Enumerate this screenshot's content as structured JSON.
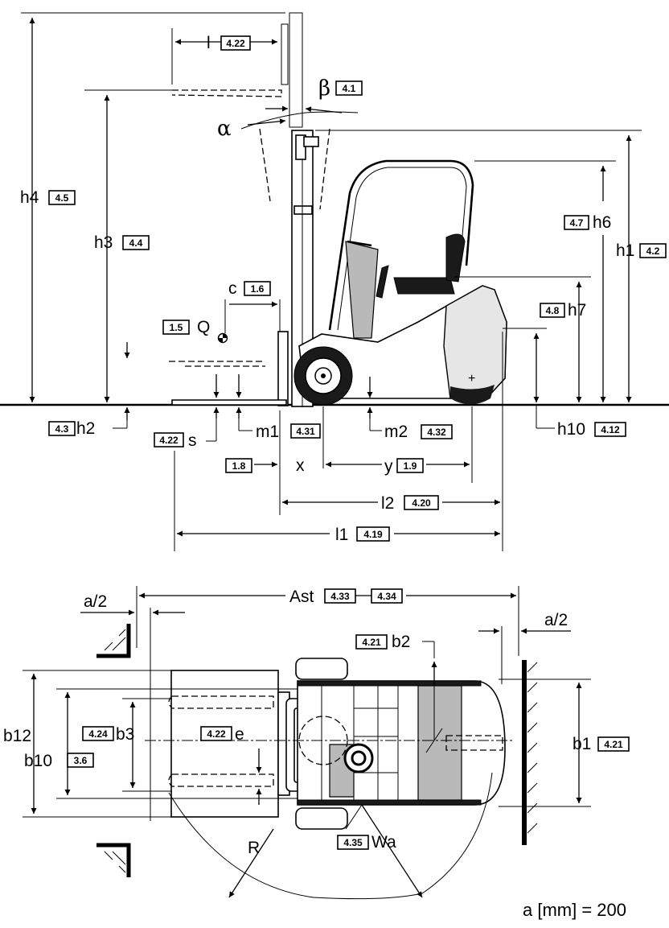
{
  "labels": {
    "l": "l",
    "l_code": "4.22",
    "beta": "β",
    "beta_code": "4.1",
    "alpha": "α",
    "h4": "h4",
    "h4_code": "4.5",
    "h3": "h3",
    "h3_code": "4.4",
    "h6": "h6",
    "h6_code": "4.7",
    "h1": "h1",
    "h1_code": "4.2",
    "h7": "h7",
    "h7_code": "4.8",
    "c": "c",
    "c_code": "1.6",
    "Q": "Q",
    "Q_code": "1.5",
    "h2": "h2",
    "h2_code": "4.3",
    "s": "s",
    "s_code": "4.22",
    "m1": "m1",
    "m1_code": "4.31",
    "m2": "m2",
    "m2_code": "4.32",
    "h10": "h10",
    "h10_code": "4.12",
    "x": "x",
    "x_code": "1.8",
    "y": "y",
    "y_code": "1.9",
    "l2": "l2",
    "l2_code": "4.20",
    "l1": "l1",
    "l1_code": "4.19",
    "ast": "Ast",
    "ast_code1": "4.33",
    "ast_code2": "4.34",
    "a2_left": "a/2",
    "a2_right": "a/2",
    "b2": "b2",
    "b2_code": "4.21",
    "b12": "b12",
    "b3": "b3",
    "b3_code": "4.24",
    "e": "e",
    "e_code": "4.22",
    "b10": "b10",
    "b10_code": "3.6",
    "b1": "b1",
    "b1_code": "4.21",
    "R": "R",
    "wa": "Wa",
    "wa_code": "4.35",
    "footnote": "a [mm] = 200"
  },
  "icons": [
    "center-of-gravity-icon",
    "steering-wheel-icon",
    "forklift-side-view",
    "forklift-top-view"
  ]
}
